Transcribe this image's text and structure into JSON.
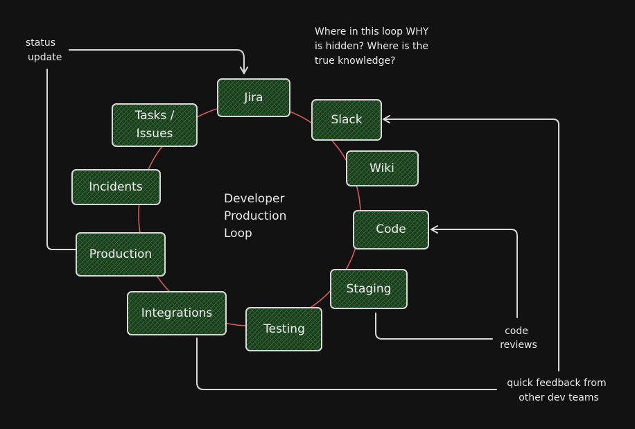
{
  "diagram": {
    "center_title": [
      "Developer",
      "Production",
      "Loop"
    ],
    "question": [
      "Where in this loop WHY",
      "is hidden? Where is the",
      "true knowledge?"
    ],
    "nodes": {
      "jira": "Jira",
      "tasks": [
        "Tasks /",
        "Issues"
      ],
      "slack": "Slack",
      "wiki": "Wiki",
      "incidents": "Incidents",
      "code": "Code",
      "production": "Production",
      "staging": "Staging",
      "integrations": "Integrations",
      "testing": "Testing"
    },
    "annotations": {
      "status_update": [
        "status",
        "update"
      ],
      "code_reviews": [
        "code",
        "reviews"
      ],
      "quick_feedback": [
        "quick feedback from",
        "other dev teams"
      ]
    },
    "colors": {
      "background": "#121212",
      "node_fill": "#1e3d20",
      "node_border": "#d9d9d9",
      "loop_circle": "#d85a5a",
      "text": "#e9e9e9"
    }
  }
}
